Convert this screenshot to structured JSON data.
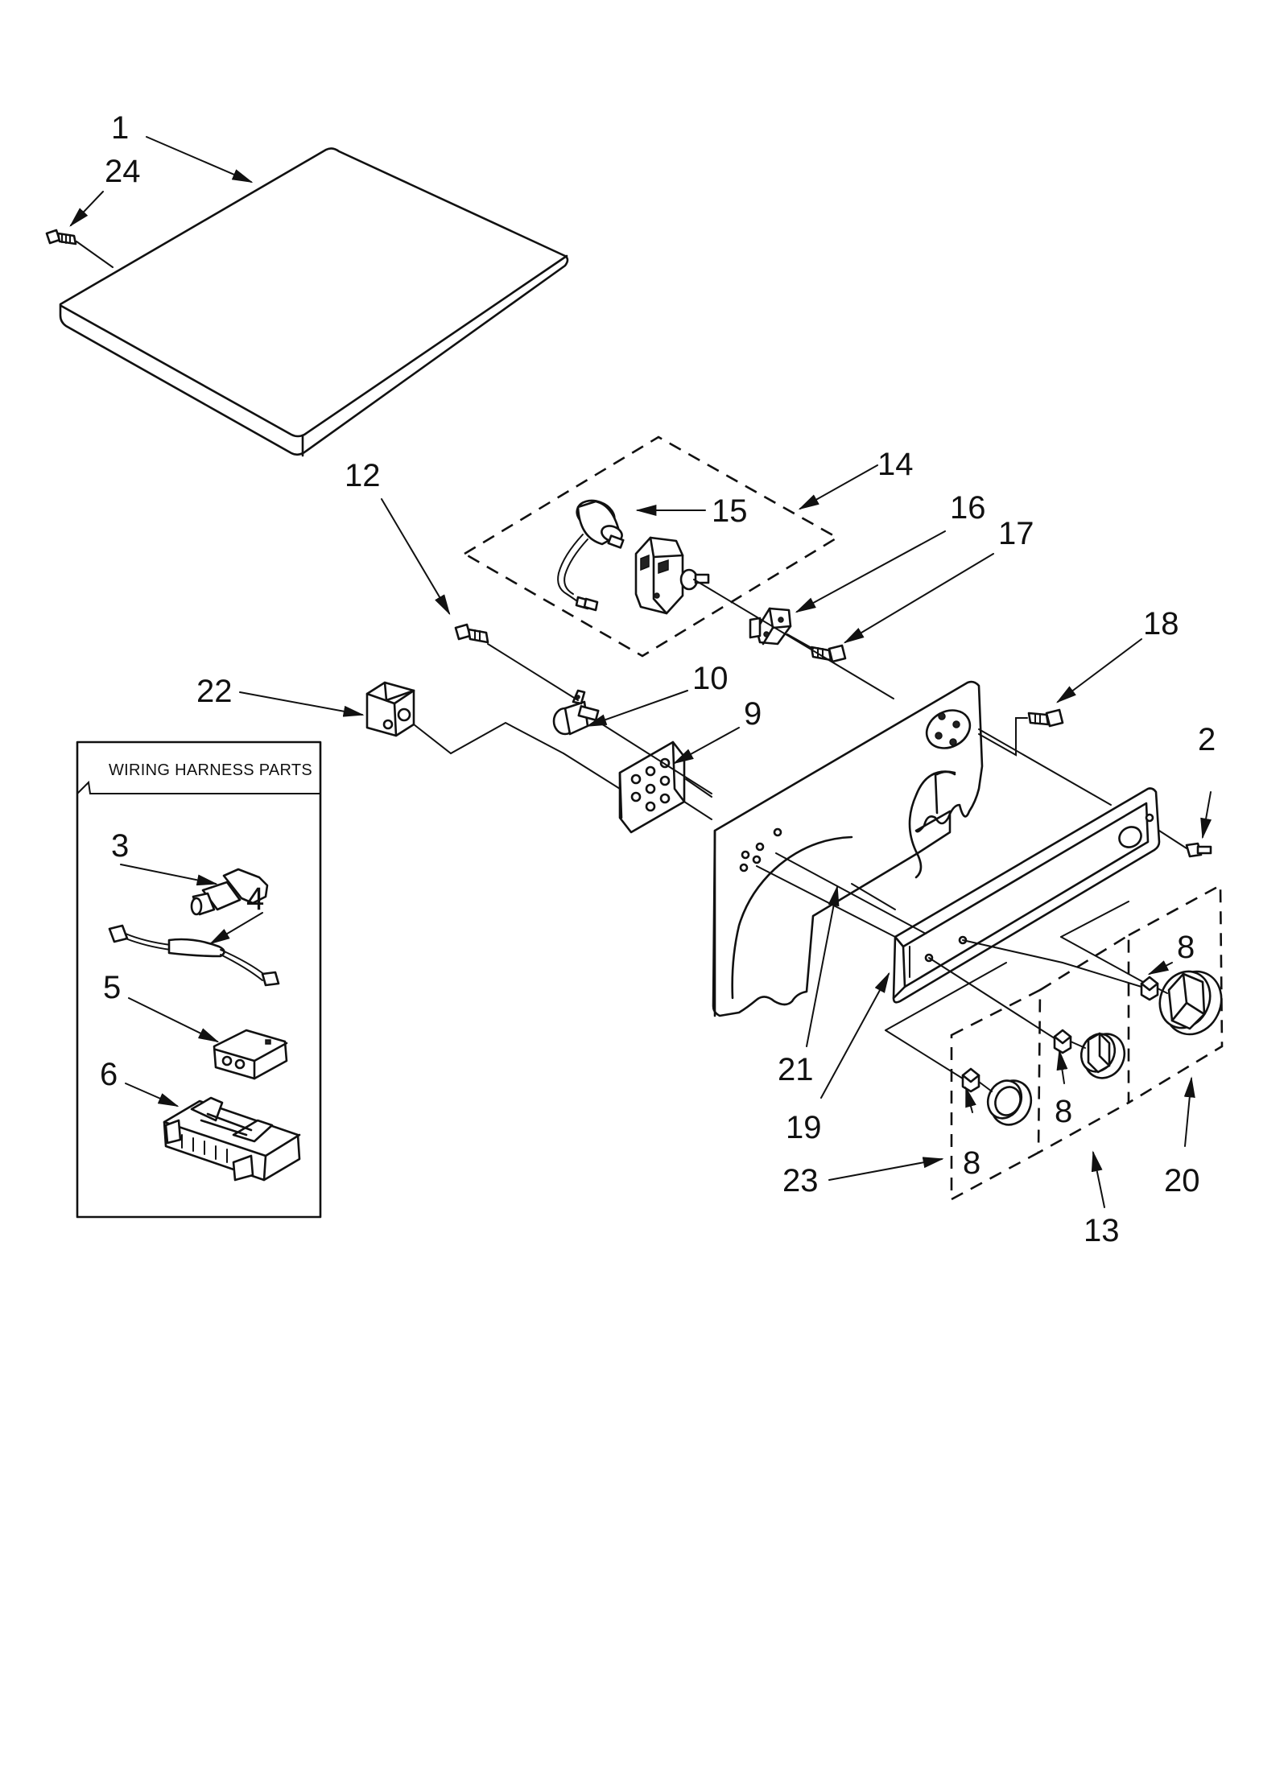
{
  "wiring_harness_box": {
    "title": "WIRING HARNESS PARTS"
  },
  "callouts": {
    "c1": "1",
    "c24": "24",
    "c12": "12",
    "c14": "14",
    "c15": "15",
    "c16": "16",
    "c17": "17",
    "c18": "18",
    "c22": "22",
    "c10": "10",
    "c9": "9",
    "c2": "2",
    "c3": "3",
    "c4": "4",
    "c5": "5",
    "c6": "6",
    "c8a": "8",
    "c21": "21",
    "c19": "19",
    "c8b": "8",
    "c8c": "8",
    "c20": "20",
    "c23": "23",
    "c13": "13"
  }
}
